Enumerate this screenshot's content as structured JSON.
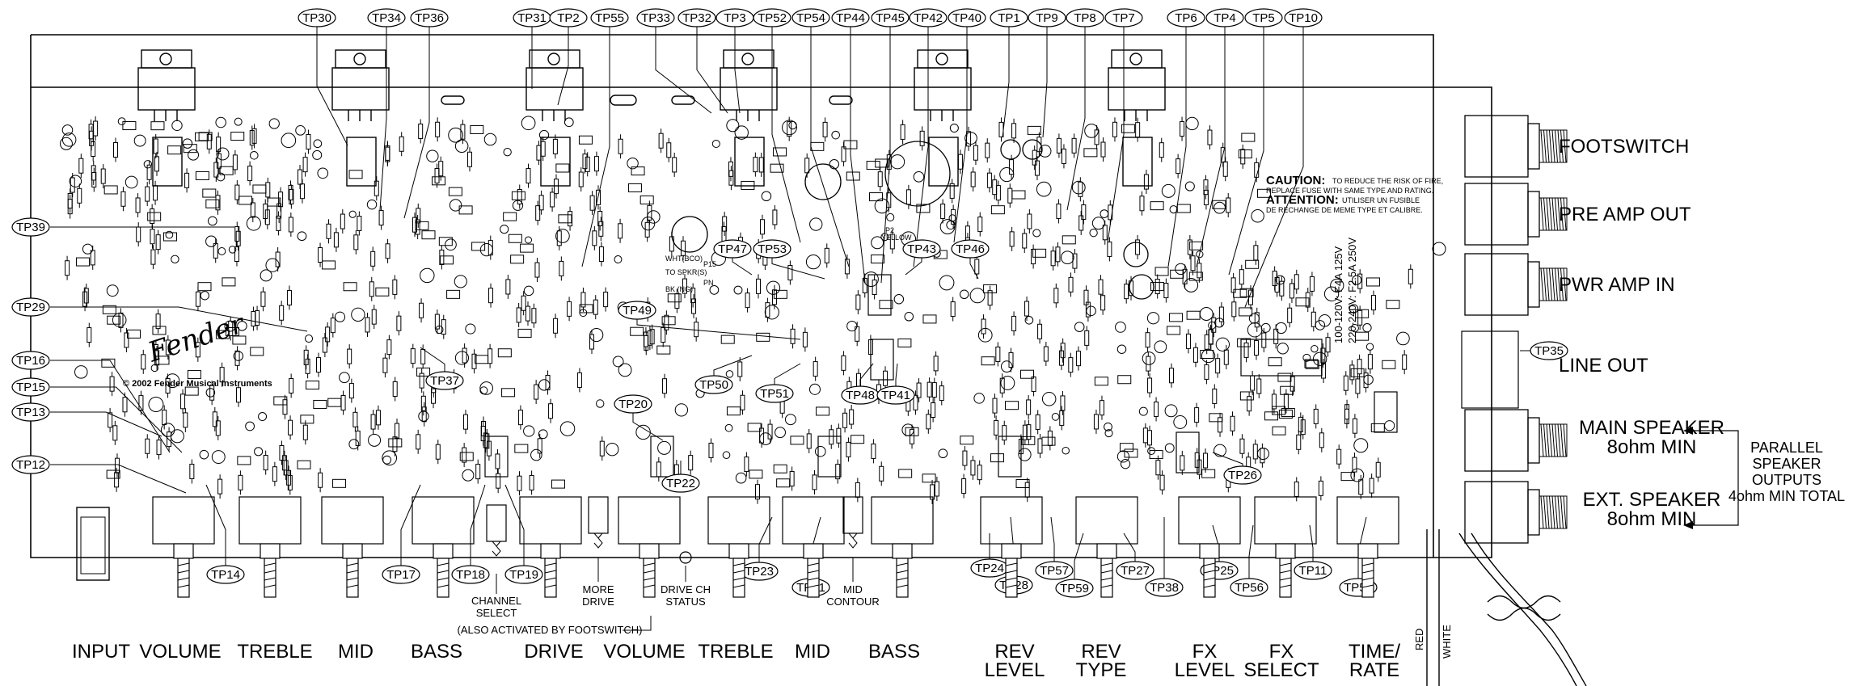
{
  "test_points": [
    {
      "id": "TP30",
      "label": "TP30"
    },
    {
      "id": "TP34",
      "label": "TP34"
    },
    {
      "id": "TP36",
      "label": "TP36"
    },
    {
      "id": "TP31",
      "label": "TP31"
    },
    {
      "id": "TP2",
      "label": "TP2"
    },
    {
      "id": "TP55",
      "label": "TP55"
    },
    {
      "id": "TP33",
      "label": "TP33"
    },
    {
      "id": "TP32",
      "label": "TP32"
    },
    {
      "id": "TP3",
      "label": "TP3"
    },
    {
      "id": "TP52",
      "label": "TP52"
    },
    {
      "id": "TP54",
      "label": "TP54"
    },
    {
      "id": "TP44",
      "label": "TP44"
    },
    {
      "id": "TP45",
      "label": "TP45"
    },
    {
      "id": "TP42",
      "label": "TP42"
    },
    {
      "id": "TP40",
      "label": "TP40"
    },
    {
      "id": "TP1",
      "label": "TP1"
    },
    {
      "id": "TP9",
      "label": "TP9"
    },
    {
      "id": "TP8",
      "label": "TP8"
    },
    {
      "id": "TP7",
      "label": "TP7"
    },
    {
      "id": "TP6",
      "label": "TP6"
    },
    {
      "id": "TP4",
      "label": "TP4"
    },
    {
      "id": "TP5",
      "label": "TP5"
    },
    {
      "id": "TP10",
      "label": "TP10"
    },
    {
      "id": "TP39",
      "label": "TP39"
    },
    {
      "id": "TP29",
      "label": "TP29"
    },
    {
      "id": "TP16",
      "label": "TP16"
    },
    {
      "id": "TP15",
      "label": "TP15"
    },
    {
      "id": "TP13",
      "label": "TP13"
    },
    {
      "id": "TP12",
      "label": "TP12"
    },
    {
      "id": "TP47",
      "label": "TP47"
    },
    {
      "id": "TP53",
      "label": "TP53"
    },
    {
      "id": "TP43",
      "label": "TP43"
    },
    {
      "id": "TP46",
      "label": "TP46"
    },
    {
      "id": "TP49",
      "label": "TP49"
    },
    {
      "id": "TP37",
      "label": "TP37"
    },
    {
      "id": "TP50",
      "label": "TP50"
    },
    {
      "id": "TP51",
      "label": "TP51"
    },
    {
      "id": "TP48",
      "label": "TP48"
    },
    {
      "id": "TP41",
      "label": "TP41"
    },
    {
      "id": "TP20",
      "label": "TP20"
    },
    {
      "id": "TP22",
      "label": "TP22"
    },
    {
      "id": "TP35",
      "label": "TP35"
    },
    {
      "id": "TP26",
      "label": "TP26"
    },
    {
      "id": "TP14",
      "label": "TP14"
    },
    {
      "id": "TP17",
      "label": "TP17"
    },
    {
      "id": "TP18",
      "label": "TP18"
    },
    {
      "id": "TP19",
      "label": "TP19"
    },
    {
      "id": "TP23",
      "label": "TP23"
    },
    {
      "id": "TP21",
      "label": "TP21"
    },
    {
      "id": "TP24",
      "label": "TP24"
    },
    {
      "id": "TP28",
      "label": "TP28"
    },
    {
      "id": "TP57",
      "label": "TP57"
    },
    {
      "id": "TP59",
      "label": "TP59"
    },
    {
      "id": "TP27",
      "label": "TP27"
    },
    {
      "id": "TP38",
      "label": "TP38"
    },
    {
      "id": "TP25",
      "label": "TP25"
    },
    {
      "id": "TP56",
      "label": "TP56"
    },
    {
      "id": "TP11",
      "label": "TP11"
    },
    {
      "id": "TP58",
      "label": "TP58"
    }
  ],
  "front_controls": [
    {
      "id": "input",
      "lines": [
        "INPUT"
      ]
    },
    {
      "id": "volume-1",
      "lines": [
        "VOLUME"
      ]
    },
    {
      "id": "treble-1",
      "lines": [
        "TREBLE"
      ]
    },
    {
      "id": "mid-1",
      "lines": [
        "MID"
      ]
    },
    {
      "id": "bass-1",
      "lines": [
        "BASS"
      ]
    },
    {
      "id": "drive",
      "lines": [
        "DRIVE"
      ]
    },
    {
      "id": "volume-2",
      "lines": [
        "VOLUME"
      ]
    },
    {
      "id": "treble-2",
      "lines": [
        "TREBLE"
      ]
    },
    {
      "id": "mid-2",
      "lines": [
        "MID"
      ]
    },
    {
      "id": "bass-2",
      "lines": [
        "BASS"
      ]
    },
    {
      "id": "rev-level",
      "lines": [
        "REV",
        "LEVEL"
      ]
    },
    {
      "id": "rev-type",
      "lines": [
        "REV",
        "TYPE"
      ]
    },
    {
      "id": "fx-level",
      "lines": [
        "FX",
        "LEVEL"
      ]
    },
    {
      "id": "fx-select",
      "lines": [
        "FX",
        "SELECT"
      ]
    },
    {
      "id": "time-rate",
      "lines": [
        "TIME/",
        "RATE"
      ]
    }
  ],
  "switch_labels": {
    "channel_select": [
      "CHANNEL",
      "SELECT"
    ],
    "more_drive": [
      "MORE",
      "DRIVE"
    ],
    "drive_ch_status": [
      "DRIVE CH",
      "STATUS"
    ],
    "mid_contour": [
      "MID",
      "CONTOUR"
    ],
    "footswitch_note": "(ALSO ACTIVATED BY FOOTSWITCH)"
  },
  "rear_jacks": [
    {
      "id": "footswitch",
      "lines": [
        "FOOTSWITCH"
      ]
    },
    {
      "id": "preamp-out",
      "lines": [
        "PRE AMP OUT"
      ]
    },
    {
      "id": "pwr-amp-in",
      "lines": [
        "PWR AMP IN"
      ]
    },
    {
      "id": "line-out",
      "lines": [
        "LINE OUT"
      ]
    },
    {
      "id": "main-speaker",
      "lines": [
        "MAIN SPEAKER",
        "8ohm MIN"
      ]
    },
    {
      "id": "ext-speaker",
      "lines": [
        "EXT. SPEAKER",
        "8ohm MIN"
      ]
    }
  ],
  "parallel_note": [
    "PARALLEL",
    "SPEAKER",
    "OUTPUTS",
    "4ohm MIN TOTAL"
  ],
  "board_text": {
    "copyright": "© 2002 Fender Musical Instruments",
    "logo": "Fender",
    "caution_title": "CAUTION:",
    "caution_body_1": "TO REDUCE THE RISK OF FIRE,",
    "caution_body_2": "REPLACE FUSE WITH SAME TYPE AND RATING.",
    "attention_title": "ATTENTION:",
    "attention_body_1": "UTILISER UN FUSIBLE",
    "attention_body_2": "DE RECHANGE DE MEME TYPE ET CALIBRE.",
    "fuse_1": "100-120V: F4A 125V",
    "fuse_2": "220-240V: F2.5A 250V",
    "wire_red": "RED",
    "wire_white": "WHITE",
    "p2_label": "P2",
    "yellow_label": "YELLOW",
    "wht_label": "WHT(BCO)",
    "bk_label": "BK (NG)",
    "to_spkr": "TO SPKR(S)",
    "p15": "P15",
    "pn": "PN"
  }
}
